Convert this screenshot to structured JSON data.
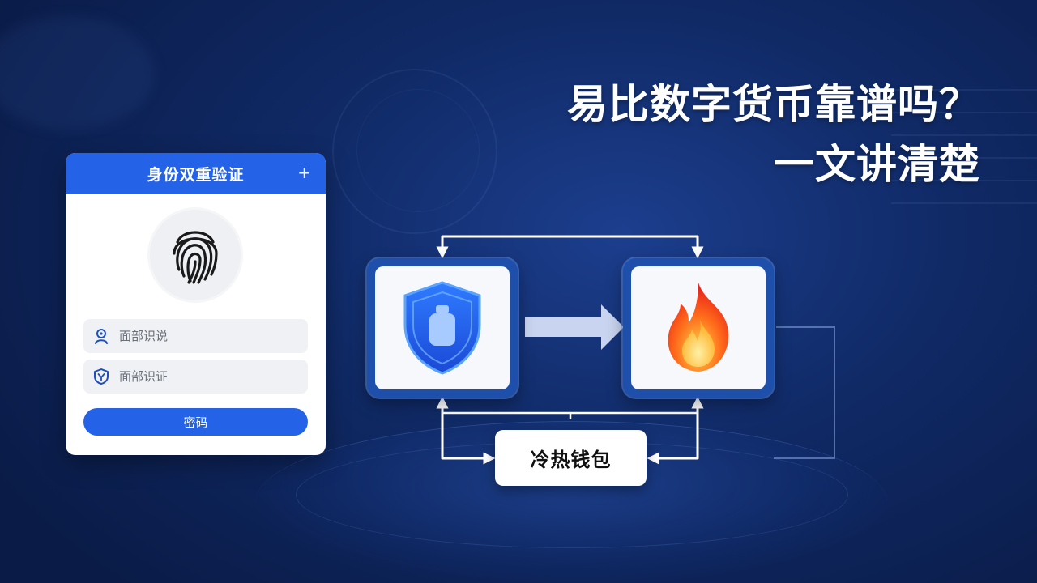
{
  "title": {
    "line1": "易比数字货币靠谱吗？",
    "line2": "一文讲清楚"
  },
  "card": {
    "header": "身份双重验证",
    "plus": "+",
    "fields": [
      {
        "placeholder": "面部识说",
        "icon": "face-id-icon"
      },
      {
        "placeholder": "面部识证",
        "icon": "shield-check-icon"
      }
    ],
    "password_button": "密码"
  },
  "diagram": {
    "left_icon": "shield-lock-icon",
    "right_icon": "flame-icon",
    "wallet_label": "冷热钱包"
  },
  "colors": {
    "accent": "#2463e8",
    "background": "#102a66",
    "flame": "#ff4a1c"
  }
}
